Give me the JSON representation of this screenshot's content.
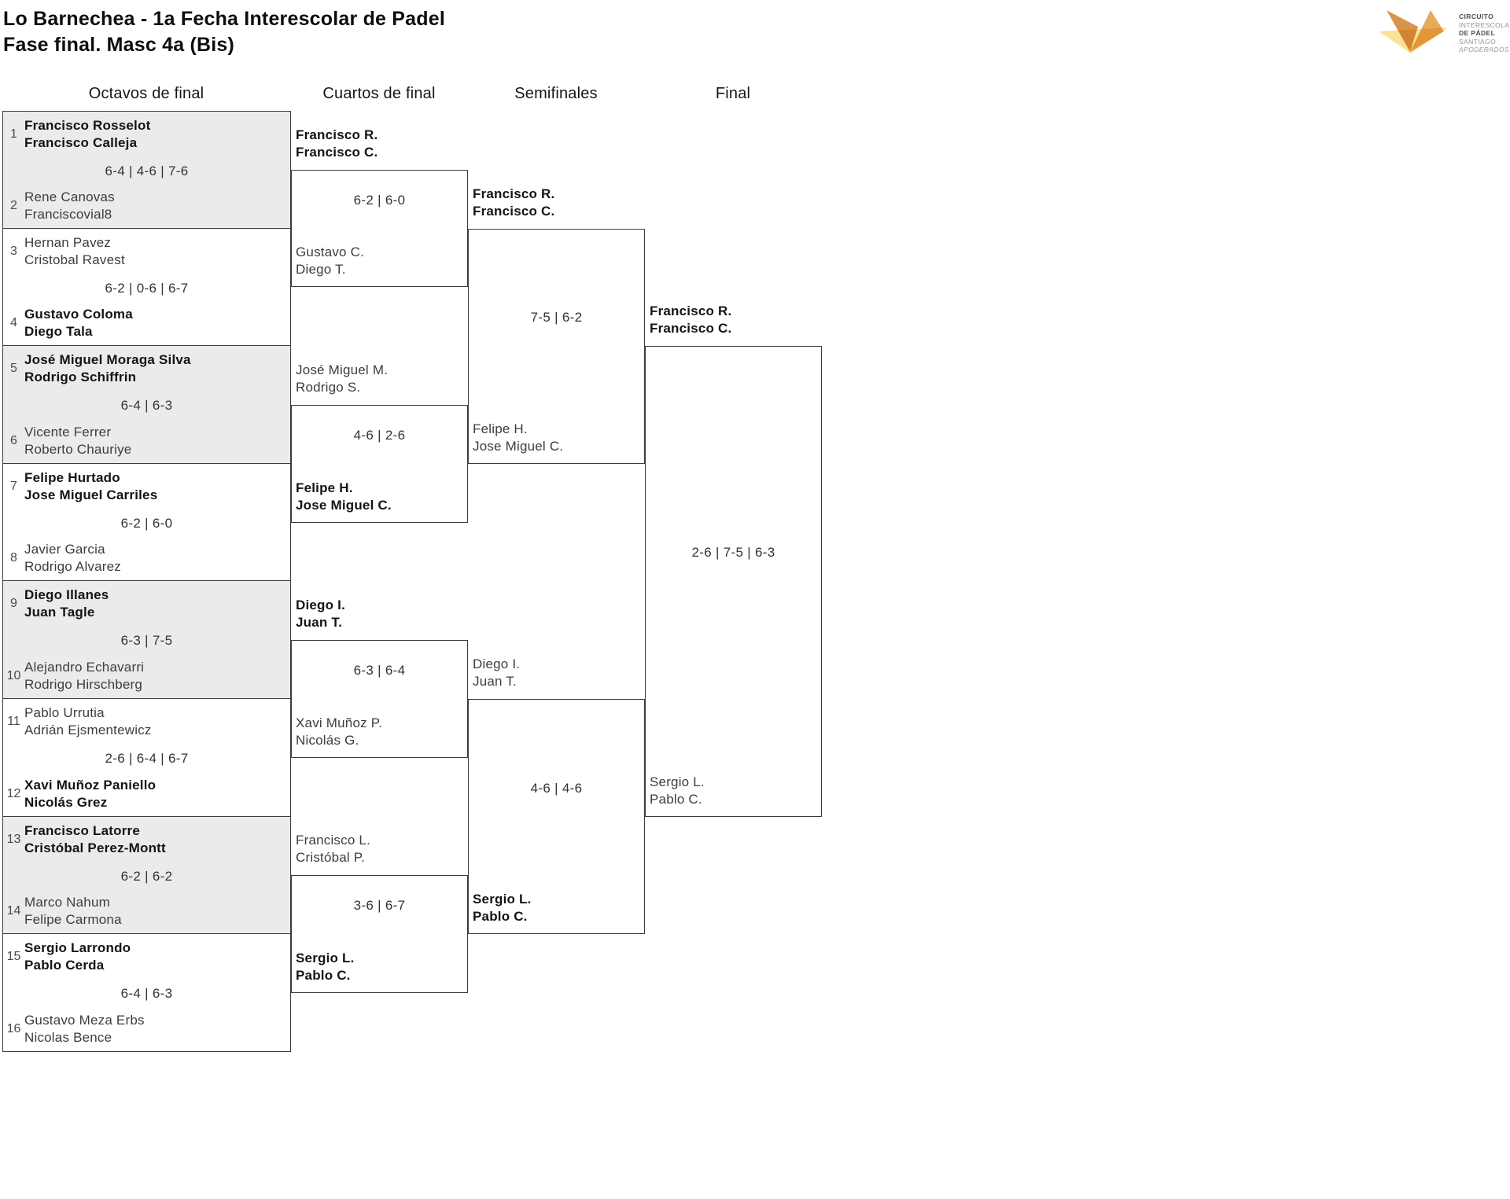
{
  "title": {
    "line1": "Lo Barnechea - 1a Fecha Interescolar de Padel",
    "line2": "Fase final. Masc 4a (Bis)"
  },
  "rounds": [
    "Octavos de final",
    "Cuartos de final",
    "Semifinales",
    "Final"
  ],
  "logo": {
    "line1": "CIRCUITO",
    "line2": "INTERESCOLAR",
    "line3": "DE PÁDEL",
    "line4": "SANTIAGO",
    "line5": "APODERADOS"
  },
  "colors": {
    "bracket_line": "#3c3c3c",
    "shaded_row": "#ebebeb",
    "logo_orange_dark": "#d9944b",
    "logo_orange_light": "#e7a95c",
    "logo_yellow": "#fbe29b"
  },
  "bracket": {
    "octavos": [
      {
        "seed1": "1",
        "team1": {
          "p1": "Francisco Rosselot",
          "p2": "Francisco Calleja",
          "winner": true
        },
        "score": "6-4 | 4-6 | 7-6",
        "seed2": "2",
        "team2": {
          "p1": "Rene Canovas",
          "p2": "Franciscovial8",
          "winner": false
        }
      },
      {
        "seed1": "3",
        "team1": {
          "p1": "Hernan Pavez",
          "p2": "Cristobal Ravest",
          "winner": false
        },
        "score": "6-2 | 0-6 | 6-7",
        "seed2": "4",
        "team2": {
          "p1": "Gustavo Coloma",
          "p2": "Diego Tala",
          "winner": true
        }
      },
      {
        "seed1": "5",
        "team1": {
          "p1": "José Miguel Moraga Silva",
          "p2": "Rodrigo Schiffrin",
          "winner": true
        },
        "score": "6-4 | 6-3",
        "seed2": "6",
        "team2": {
          "p1": "Vicente Ferrer",
          "p2": "Roberto Chauriye",
          "winner": false
        }
      },
      {
        "seed1": "7",
        "team1": {
          "p1": "Felipe Hurtado",
          "p2": "Jose Miguel Carriles",
          "winner": true
        },
        "score": "6-2 | 6-0",
        "seed2": "8",
        "team2": {
          "p1": "Javier Garcia",
          "p2": "Rodrigo Alvarez",
          "winner": false
        }
      },
      {
        "seed1": "9",
        "team1": {
          "p1": "Diego Illanes",
          "p2": "Juan Tagle",
          "winner": true
        },
        "score": "6-3 | 7-5",
        "seed2": "10",
        "team2": {
          "p1": "Alejandro Echavarri",
          "p2": "Rodrigo Hirschberg",
          "winner": false
        }
      },
      {
        "seed1": "11",
        "team1": {
          "p1": "Pablo Urrutia",
          "p2": "Adrián Ejsmentewicz",
          "winner": false
        },
        "score": "2-6 | 6-4 | 6-7",
        "seed2": "12",
        "team2": {
          "p1": "Xavi Muñoz Paniello",
          "p2": "Nicolás Grez",
          "winner": true
        }
      },
      {
        "seed1": "13",
        "team1": {
          "p1": "Francisco Latorre",
          "p2": "Cristóbal Perez-Montt",
          "winner": true
        },
        "score": "6-2 | 6-2",
        "seed2": "14",
        "team2": {
          "p1": "Marco Nahum",
          "p2": "Felipe Carmona",
          "winner": false
        }
      },
      {
        "seed1": "15",
        "team1": {
          "p1": "Sergio Larrondo",
          "p2": "Pablo Cerda",
          "winner": true
        },
        "score": "6-4 | 6-3",
        "seed2": "16",
        "team2": {
          "p1": "Gustavo Meza Erbs",
          "p2": "Nicolas Bence",
          "winner": false
        }
      }
    ],
    "cuartos": [
      {
        "top": {
          "p1": "Francisco R.",
          "p2": "Francisco C.",
          "winner": true
        },
        "score": "6-2 | 6-0",
        "bottom": {
          "p1": "Gustavo C.",
          "p2": "Diego T.",
          "winner": false
        }
      },
      {
        "top": {
          "p1": "José Miguel M.",
          "p2": "Rodrigo S.",
          "winner": false
        },
        "score": "4-6 | 2-6",
        "bottom": {
          "p1": "Felipe H.",
          "p2": "Jose Miguel C.",
          "winner": true
        }
      },
      {
        "top": {
          "p1": "Diego I.",
          "p2": "Juan T.",
          "winner": true
        },
        "score": "6-3 | 6-4",
        "bottom": {
          "p1": "Xavi Muñoz P.",
          "p2": "Nicolás G.",
          "winner": false
        }
      },
      {
        "top": {
          "p1": "Francisco L.",
          "p2": "Cristóbal P.",
          "winner": false
        },
        "score": "3-6 | 6-7",
        "bottom": {
          "p1": "Sergio L.",
          "p2": "Pablo C.",
          "winner": true
        }
      }
    ],
    "semifinales": [
      {
        "top": {
          "p1": "Francisco R.",
          "p2": "Francisco C.",
          "winner": true
        },
        "score": "7-5 | 6-2",
        "bottom": {
          "p1": "Felipe H.",
          "p2": "Jose Miguel C.",
          "winner": false
        }
      },
      {
        "top": {
          "p1": "Diego I.",
          "p2": "Juan T.",
          "winner": false
        },
        "score": "4-6 | 4-6",
        "bottom": {
          "p1": "Sergio L.",
          "p2": "Pablo C.",
          "winner": true
        }
      }
    ],
    "final": {
      "top": {
        "p1": "Francisco R.",
        "p2": "Francisco C.",
        "winner": true
      },
      "score": "2-6 | 7-5 | 6-3",
      "bottom": {
        "p1": "Sergio L.",
        "p2": "Pablo C.",
        "winner": false
      }
    }
  }
}
